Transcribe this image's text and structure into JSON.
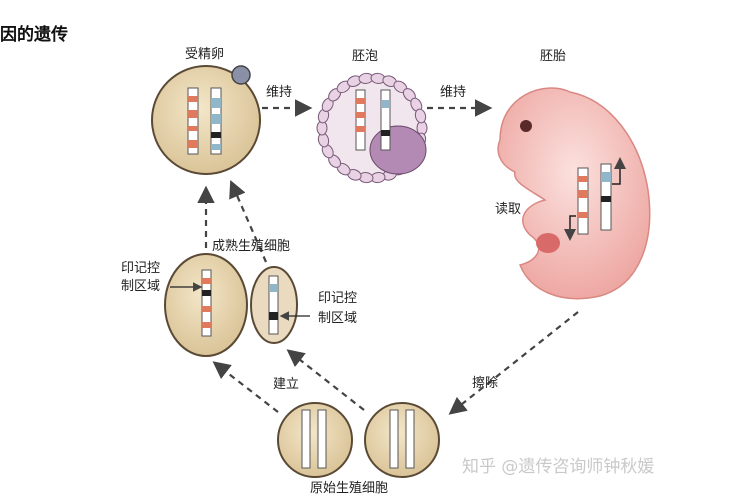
{
  "title": "因的遗传",
  "labels": {
    "fertilized_egg": "受精卵",
    "blastocyst": "胚泡",
    "embryo": "胚胎",
    "maintain_1": "维持",
    "maintain_2": "维持",
    "read": "读取",
    "erase": "擦除",
    "establish": "建立",
    "mature_germ_cell": "成熟生殖细胞",
    "primordial_germ_cell": "原始生殖细胞",
    "icr_left_line1": "印记控",
    "icr_left_line2": "制区域",
    "icr_right_line1": "印记控",
    "icr_right_line2": "制区域"
  },
  "watermark": "知乎 @遗传咨询师钟秋媛",
  "colors": {
    "cell_fill": "#e6d3ad",
    "cell_stroke": "#5a4a35",
    "arrow": "#444444",
    "embryo_fill": "#f2b7b2",
    "maternal_band": "#e07a5f",
    "paternal_band": "#8fb6c9",
    "methyl_mark": "#222222",
    "sperm": "#8a90a8"
  }
}
